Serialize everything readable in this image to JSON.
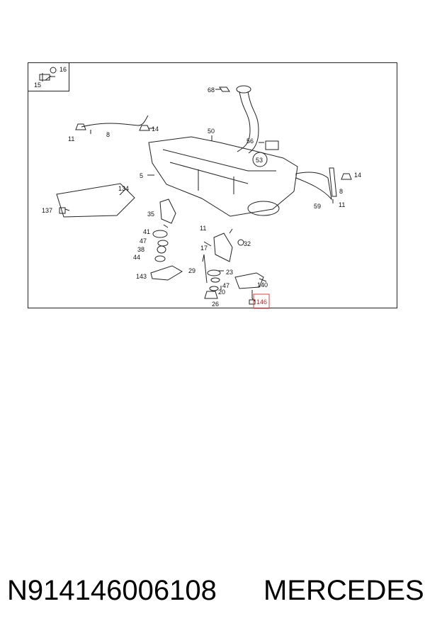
{
  "diagram": {
    "callouts": [
      "16",
      "15",
      "68",
      "8",
      "11",
      "14",
      "50",
      "56",
      "53",
      "5",
      "14",
      "8",
      "134",
      "137",
      "59",
      "11",
      "35",
      "11",
      "41",
      "47",
      "38",
      "44",
      "32",
      "17",
      "29",
      "23",
      "143",
      "47",
      "140",
      "20",
      "26",
      "146"
    ],
    "highlight_color": "#e03c3c"
  },
  "caption": {
    "part_number": "N914146006108",
    "brand": "MERCEDES"
  }
}
